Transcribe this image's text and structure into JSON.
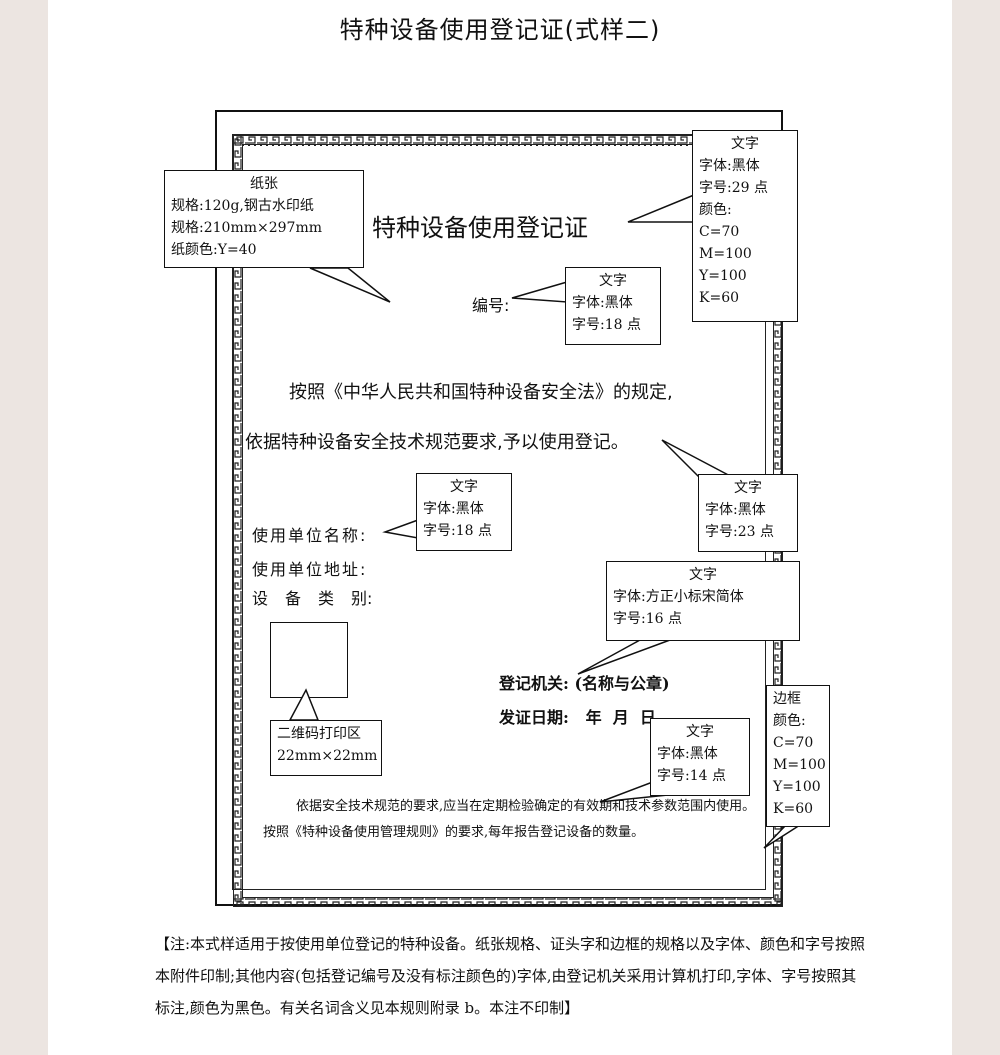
{
  "page_title": "特种设备使用登记证(式样二)",
  "certificate": {
    "title": "特种设备使用登记证",
    "number_label": "编号:",
    "paragraph_line1": "按照《中华人民共和国特种设备安全法》的规定,",
    "paragraph_line2": "依据特种设备安全技术规范要求,予以使用登记。",
    "field_unit_name": "使用单位名称:",
    "field_unit_address": "使用单位地址:",
    "field_equipment_chars": [
      "设",
      "备",
      "类",
      "别:"
    ],
    "issuer": "登记机关: (名称与公章)",
    "issue_date": "发证日期:   年  月  日",
    "footer_note": "依据安全技术规范的要求,应当在定期检验确定的有效期和技术参数范围内使用。按照《特种设备使用管理规则》的要求,每年报告登记设备的数量。"
  },
  "callouts": {
    "paper": {
      "title": "纸张",
      "lines": [
        "规格:120g,钢古水印纸",
        "规格:210mm×297mm",
        "纸颜色:Y=40"
      ]
    },
    "title_text": {
      "title": "文字",
      "lines": [
        "字体:黑体",
        "字号:29 点",
        "颜色:",
        "C=70",
        "M=100",
        "Y=100",
        "K=60"
      ]
    },
    "number_text": {
      "title": "文字",
      "lines": [
        "字体:黑体",
        "字号:18 点"
      ]
    },
    "paragraph_text": {
      "title": "文字",
      "lines": [
        "字体:黑体",
        "字号:23 点"
      ]
    },
    "fields_text": {
      "title": "文字",
      "lines": [
        "字体:黑体",
        "字号:18 点"
      ]
    },
    "issuer_text": {
      "title": "文字",
      "lines": [
        "字体:方正小标宋简体",
        "字号:16 点"
      ]
    },
    "footer_text": {
      "title": "文字",
      "lines": [
        "字体:黑体",
        "字号:14 点"
      ]
    },
    "qr": {
      "lines": [
        "二维码打印区",
        "22mm×22mm"
      ]
    },
    "border": {
      "title": "边框",
      "lines": [
        "颜色:",
        "C=70",
        "M=100",
        "Y=100",
        "K=60"
      ]
    }
  },
  "bottom_note": "【注:本式样适用于按使用单位登记的特种设备。纸张规格、证头字和边框的规格以及字体、颜色和字号按照本附件印制;其他内容(包括登记编号及没有标注颜色的)字体,由登记机关采用计算机打印,字体、字号按照其标注,颜色为黑色。有关名词含义见本规则附录 b。本注不印制】",
  "colors": {
    "background": "#ece5e1",
    "sheet": "#ffffff",
    "ink": "#111111"
  }
}
